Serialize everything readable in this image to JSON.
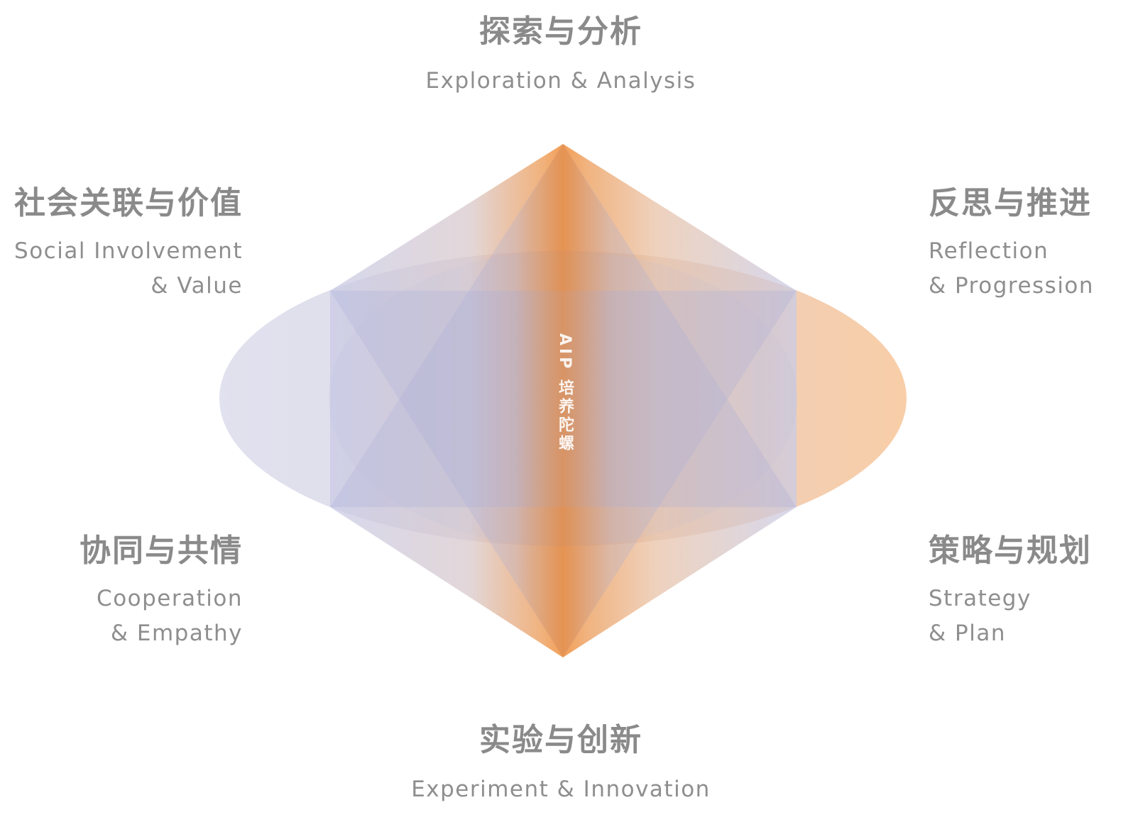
{
  "center_label": "AIP 培养陀螺",
  "dimensions": {
    "top": {
      "cn": "探索与分析",
      "en": "Exploration & Analysis"
    },
    "top_left": {
      "cn": "社会关联与价值",
      "en_line1": "Social Involvement",
      "en_line2": "& Value"
    },
    "top_right": {
      "cn": "反思与推进",
      "en_line1": "Reflection",
      "en_line2": "& Progression"
    },
    "bottom_left": {
      "cn": "协同与共情",
      "en_line1": "Cooperation",
      "en_line2": "& Empathy"
    },
    "bottom_right": {
      "cn": "策略与规划",
      "en_line1": "Strategy",
      "en_line2": "& Plan"
    },
    "bottom": {
      "cn": "实验与创新",
      "en": "Experiment & Innovation"
    }
  },
  "colors": {
    "orange": "#ee8122",
    "lavender": "#b9bcdf",
    "text": "#8a8a8a"
  }
}
